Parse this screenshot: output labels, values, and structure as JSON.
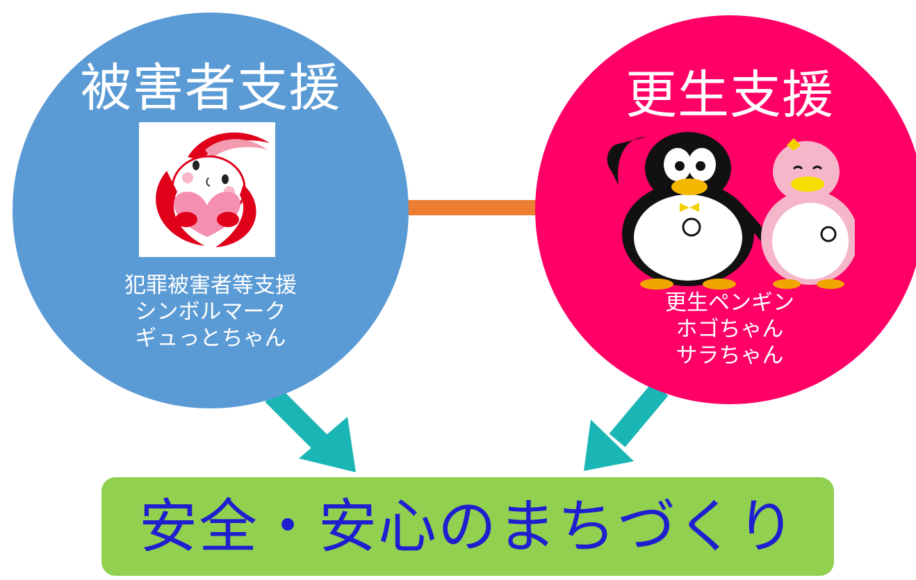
{
  "victim_support": {
    "title": "被害者支援",
    "caption": [
      "犯罪被害者等支援",
      "シンボルマーク",
      "ギュっとちゃん"
    ],
    "color": "#5b9bd5"
  },
  "rehabilitation_support": {
    "title": "更生支援",
    "caption": [
      "更生ペンギン",
      "ホゴちゃん",
      "サラちゃん"
    ],
    "color": "#ff0066"
  },
  "goal": {
    "text": "安全・安心のまちづくり",
    "color": "#92d050",
    "text_color": "#1f1fd0"
  },
  "connector_color": "#ed7d31",
  "arrow_color": "#1ab5b5"
}
